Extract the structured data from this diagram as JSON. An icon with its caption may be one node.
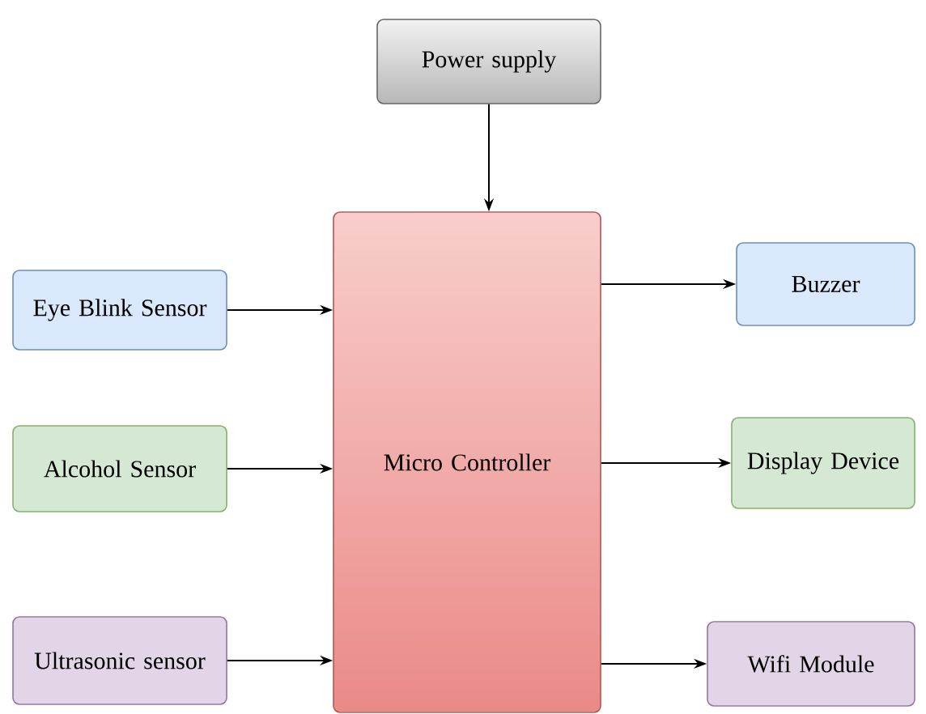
{
  "diagram": {
    "nodes": [
      {
        "text": [
          "Power supply"
        ]
      },
      {
        "text": [
          "Micro Controller"
        ]
      },
      {
        "text": [
          "Eye Blink Sensor"
        ]
      },
      {
        "text": [
          "Alcohol Sensor"
        ]
      },
      {
        "text": [
          "Ultrasonic sensor"
        ]
      },
      {
        "text": [
          "Buzzer"
        ]
      },
      {
        "text": [
          "Display Device"
        ]
      },
      {
        "text": [
          "Wifi Module"
        ]
      }
    ],
    "edges": [
      {
        "from": 0,
        "to": 1,
        "arrow": "to"
      },
      {
        "from": 2,
        "to": 1,
        "arrow": "to"
      },
      {
        "from": 3,
        "to": 1,
        "arrow": "to"
      },
      {
        "from": 4,
        "to": 1,
        "arrow": "to"
      },
      {
        "from": 1,
        "to": 5,
        "arrow": "to"
      },
      {
        "from": 1,
        "to": 6,
        "arrow": "to"
      },
      {
        "from": 1,
        "to": 7,
        "arrow": "to"
      }
    ]
  }
}
